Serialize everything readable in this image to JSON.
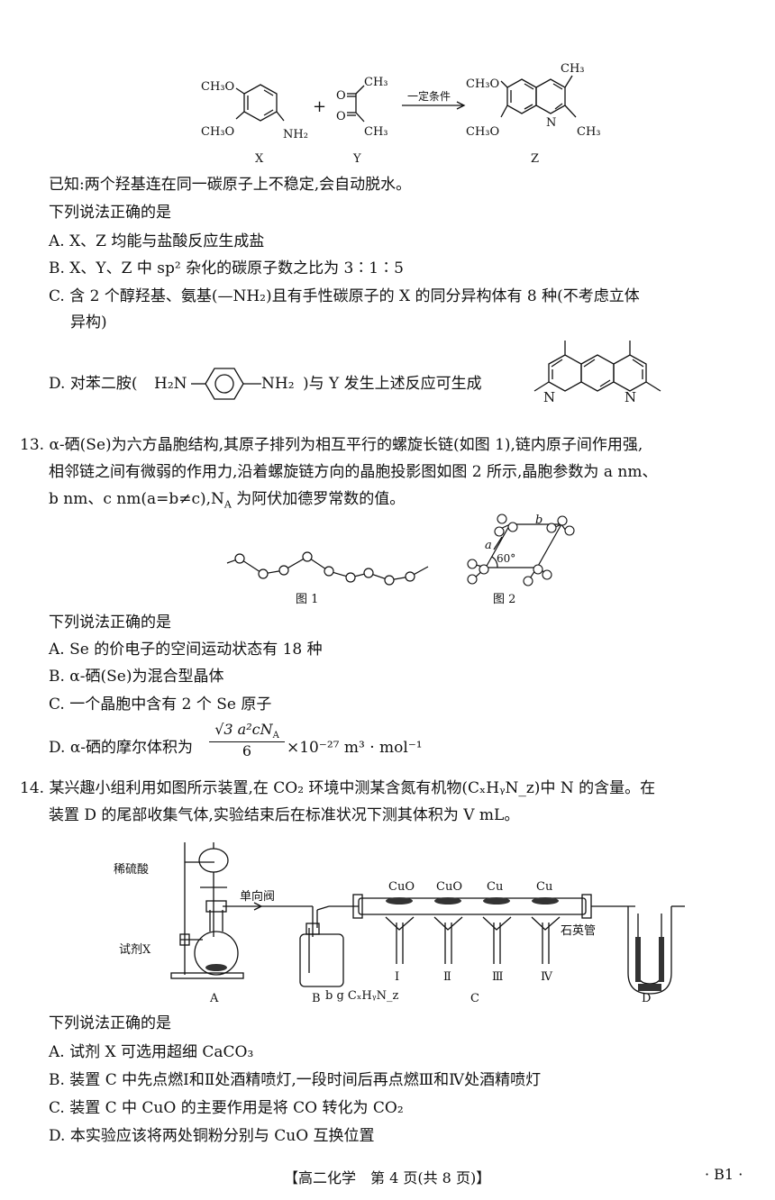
{
  "q12": {
    "scheme": {
      "x_sub1": "CH₃O",
      "x_sub2": "CH₃O",
      "x_nh2": "NH₂",
      "x_label": "X",
      "plus": "+",
      "y_ch3_top": "CH₃",
      "y_ch3_bot": "CH₃",
      "y_o1": "O",
      "y_o2": "O",
      "y_label": "Y",
      "arrow_text": "一定条件",
      "z_ch3_top": "CH₃",
      "z_sub1": "CH₃O",
      "z_sub2": "CH₃O",
      "z_n": "N",
      "z_ch3_right": "CH₃",
      "z_label": "Z"
    },
    "known": "已知:两个羟基连在同一碳原子上不稳定,会自动脱水。",
    "prompt": "下列说法正确的是",
    "opt_a": "A. X、Z 均能与盐酸反应生成盐",
    "opt_b": "B. X、Y、Z 中 sp² 杂化的碳原子数之比为 3∶1∶5",
    "opt_c_1": "C. 含 2 个醇羟基、氨基(—NH₂)且有手性碳原子的 X 的同分异构体有 8 种(不考虑立体",
    "opt_c_2": "异构)",
    "opt_d_pre": "D. 对苯二胺(",
    "opt_d_h2n": "H₂N",
    "opt_d_nh2": "NH₂",
    "opt_d_post": ")与 Y 发生上述反应可生成",
    "opt_d_n1": "N",
    "opt_d_n2": "N"
  },
  "q13": {
    "line1": "13. α-硒(Se)为六方晶胞结构,其原子排列为相互平行的螺旋长链(如图 1),链内原子间作用强,",
    "line2": "相邻链之间有微弱的作用力,沿着螺旋链方向的晶胞投影图如图 2 所示,晶胞参数为 a nm、",
    "line3": "b nm、c nm(a=b≠c),N",
    "line3_sub": "A",
    "line3_end": " 为阿伏加德罗常数的值。",
    "fig1": "图 1",
    "fig2": "图 2",
    "fig2_a": "a",
    "fig2_b": "b",
    "fig2_angle": "60°",
    "prompt": "下列说法正确的是",
    "opt_a": "A. Se 的价电子的空间运动状态有 18 种",
    "opt_b": "B. α-硒(Se)为混合型晶体",
    "opt_c": "C. 一个晶胞中含有 2 个 Se 原子",
    "opt_d_pre": "D. α-硒的摩尔体积为",
    "opt_d_num": "√3 a²cN",
    "opt_d_num_sub": "A",
    "opt_d_den": "6",
    "opt_d_post": "×10⁻²⁷ m³ · mol⁻¹"
  },
  "q14": {
    "line1": "14. 某兴趣小组利用如图所示装置,在 CO₂ 环境中测某含氮有机物(CₓHᵧN_z)中 N 的含量。在",
    "line2": "装置 D 的尾部收集气体,实验结束后在标准状况下测其体积为 V mL。",
    "app": {
      "acid": "稀硫酸",
      "valve": "单向阀",
      "reagent": "试剂X",
      "cuo1": "CuO",
      "cuo2": "CuO",
      "cu1": "Cu",
      "cu2": "Cu",
      "quartz": "石英管",
      "sample": "b g CₓHᵧN_z",
      "r1": "Ⅰ",
      "r2": "Ⅱ",
      "r3": "Ⅲ",
      "r4": "Ⅳ",
      "la": "A",
      "lb": "B",
      "lc": "C",
      "ld": "D"
    },
    "prompt": "下列说法正确的是",
    "opt_a": "A. 试剂 X 可选用超细 CaCO₃",
    "opt_b": "B. 装置 C 中先点燃Ⅰ和Ⅱ处酒精喷灯,一段时间后再点燃Ⅲ和Ⅳ处酒精喷灯",
    "opt_c": "C. 装置 C 中 CuO 的主要作用是将 CO 转化为 CO₂",
    "opt_d": "D. 本实验应该将两处铜粉分别与 CuO 互换位置"
  },
  "footer": {
    "center": "【高二化学　第 4 页(共 8 页)】",
    "right": "· B1 ·"
  }
}
